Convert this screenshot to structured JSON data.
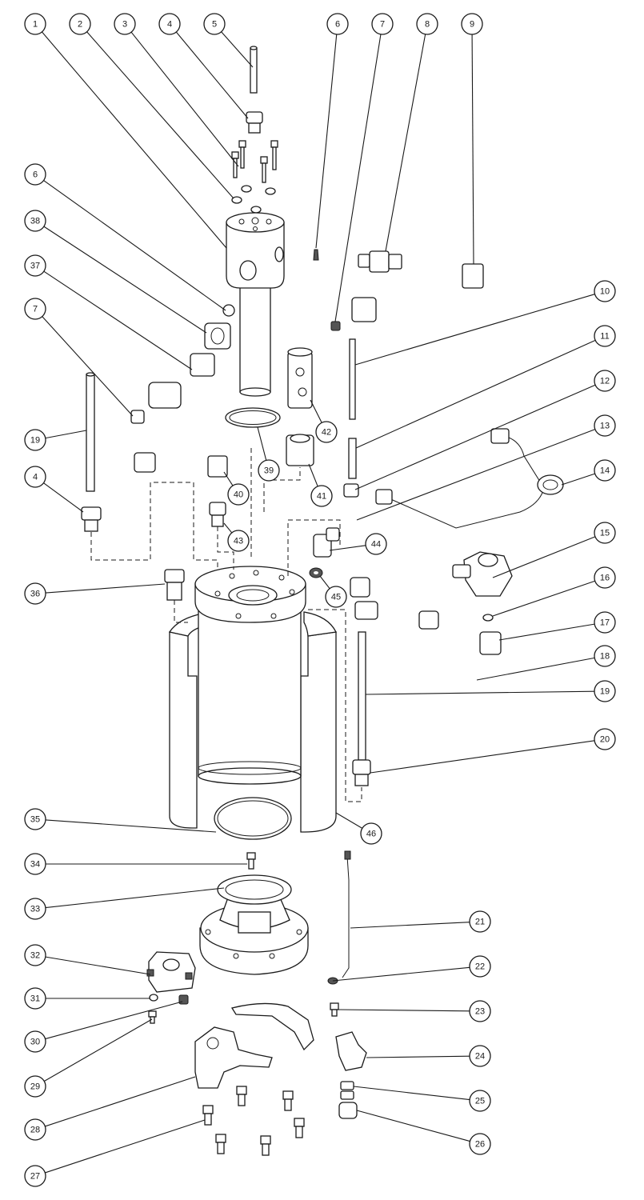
{
  "diagram": {
    "callouts": [
      {
        "label": "1"
      },
      {
        "label": "2"
      },
      {
        "label": "3"
      },
      {
        "label": "4"
      },
      {
        "label": "5"
      },
      {
        "label": "6"
      },
      {
        "label": "7"
      },
      {
        "label": "8"
      },
      {
        "label": "9"
      },
      {
        "label": "10"
      },
      {
        "label": "11"
      },
      {
        "label": "12"
      },
      {
        "label": "13"
      },
      {
        "label": "14"
      },
      {
        "label": "15"
      },
      {
        "label": "16"
      },
      {
        "label": "17"
      },
      {
        "label": "18"
      },
      {
        "label": "19"
      },
      {
        "label": "20"
      },
      {
        "label": "21"
      },
      {
        "label": "22"
      },
      {
        "label": "23"
      },
      {
        "label": "24"
      },
      {
        "label": "25"
      },
      {
        "label": "26"
      },
      {
        "label": "27"
      },
      {
        "label": "28"
      },
      {
        "label": "29"
      },
      {
        "label": "30"
      },
      {
        "label": "31"
      },
      {
        "label": "32"
      },
      {
        "label": "33"
      },
      {
        "label": "34"
      },
      {
        "label": "35"
      },
      {
        "label": "36"
      },
      {
        "label": "37"
      },
      {
        "label": "38"
      },
      {
        "label": "6"
      },
      {
        "label": "7"
      },
      {
        "label": "19"
      },
      {
        "label": "4"
      },
      {
        "label": "39"
      },
      {
        "label": "40"
      },
      {
        "label": "41"
      },
      {
        "label": "42"
      },
      {
        "label": "43"
      },
      {
        "label": "44"
      },
      {
        "label": "45"
      },
      {
        "label": "46"
      }
    ]
  }
}
